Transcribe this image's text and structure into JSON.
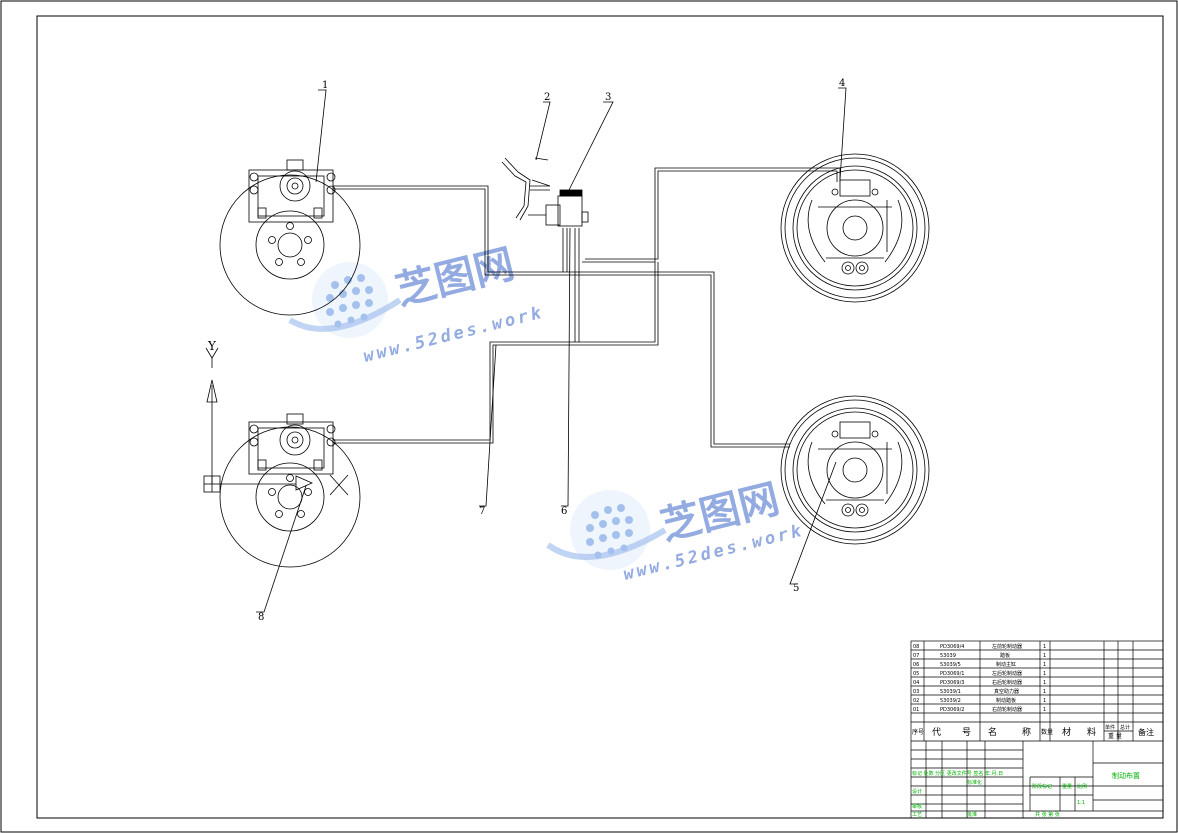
{
  "callouts": [
    "1",
    "2",
    "3",
    "4",
    "5",
    "6",
    "7",
    "8"
  ],
  "axis_label": "Y",
  "watermark": {
    "brand": "芝图网",
    "url": "www.52des.work"
  },
  "title_block": {
    "parts_rows": [
      {
        "no": "08",
        "code": "PD3069/4",
        "name": "左前轮制动器",
        "qty": "1"
      },
      {
        "no": "07",
        "code": "53039",
        "name": "踏板",
        "qty": "1"
      },
      {
        "no": "06",
        "code": "53039/5",
        "name": "制动主缸",
        "qty": "1"
      },
      {
        "no": "05",
        "code": "PD3069/1",
        "name": "左后轮制动器",
        "qty": "1"
      },
      {
        "no": "04",
        "code": "PD3069/3",
        "name": "右后轮制动器",
        "qty": "1"
      },
      {
        "no": "03",
        "code": "53039/1",
        "name": "真空助力器",
        "qty": "1"
      },
      {
        "no": "02",
        "code": "53039/2",
        "name": "制动踏板",
        "qty": "1"
      },
      {
        "no": "01",
        "code": "PD3069/2",
        "name": "右前轮制动器",
        "qty": "1"
      }
    ],
    "header": {
      "seq": "序号",
      "code_a": "代",
      "code_b": "号",
      "name_a": "名",
      "name_b": "称",
      "qty": "数量",
      "material_a": "材",
      "material_b": "料",
      "single": "单件",
      "total": "总计",
      "weight": "重 量",
      "remark": "备注"
    },
    "drawing_title": "制动布置",
    "sign_row": "标记 处数 分区 更改文件号 签名 年.月.日",
    "design": "设计",
    "standard": "标准化",
    "stage": "阶段标记",
    "weight_label": "重量",
    "scale": "比例",
    "review": "审核",
    "process": "工艺",
    "approve": "批准",
    "sheet": "共 张 第 张",
    "ratio_value": "1:1"
  }
}
